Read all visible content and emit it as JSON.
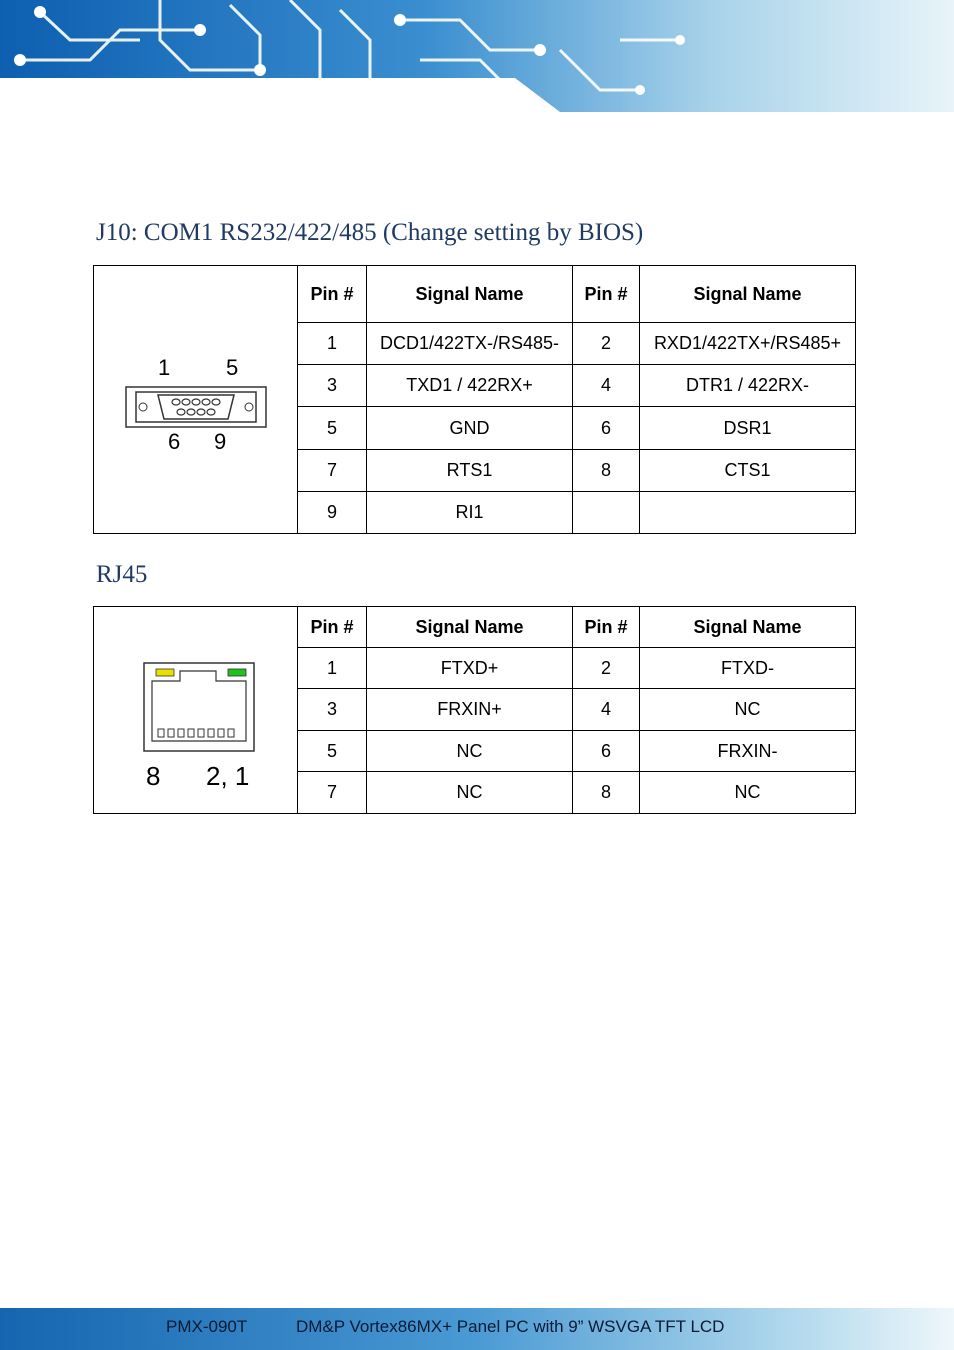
{
  "sections": [
    {
      "title": "J10: COM1 RS232/422/485 (Change setting by BIOS)",
      "connector_labels": {
        "top_left": "1",
        "top_right": "5",
        "bottom_left": "6",
        "bottom_right": "9"
      },
      "headers": [
        "Pin #",
        "Signal Name",
        "Pin #",
        "Signal Name"
      ],
      "rows": [
        [
          "1",
          "DCD1/422TX-/RS485-",
          "2",
          "RXD1/422TX+/RS485+"
        ],
        [
          "3",
          "TXD1 / 422RX+",
          "4",
          "DTR1 / 422RX-"
        ],
        [
          "5",
          "GND",
          "6",
          "DSR1"
        ],
        [
          "7",
          "RTS1",
          "8",
          "CTS1"
        ],
        [
          "9",
          "RI1",
          "",
          ""
        ]
      ]
    },
    {
      "title": "RJ45",
      "connector_labels": {
        "left": "8",
        "right": "2, 1"
      },
      "headers": [
        "Pin #",
        "Signal Name",
        "Pin #",
        "Signal Name"
      ],
      "rows": [
        [
          "1",
          "FTXD+",
          "2",
          "FTXD-"
        ],
        [
          "3",
          "FRXIN+",
          "4",
          "NC"
        ],
        [
          "5",
          "NC",
          "6",
          "FRXIN-"
        ],
        [
          "7",
          "NC",
          "8",
          "NC"
        ]
      ]
    }
  ],
  "footer": {
    "model": "PMX-090T",
    "description": "DM&P Vortex86MX+ Panel PC with 9” WSVGA TFT LCD"
  },
  "colors": {
    "header_blue": "#1565b0",
    "title_color": "#1f3a63",
    "led_yellow": "#e8e000",
    "led_green": "#22c21e"
  }
}
